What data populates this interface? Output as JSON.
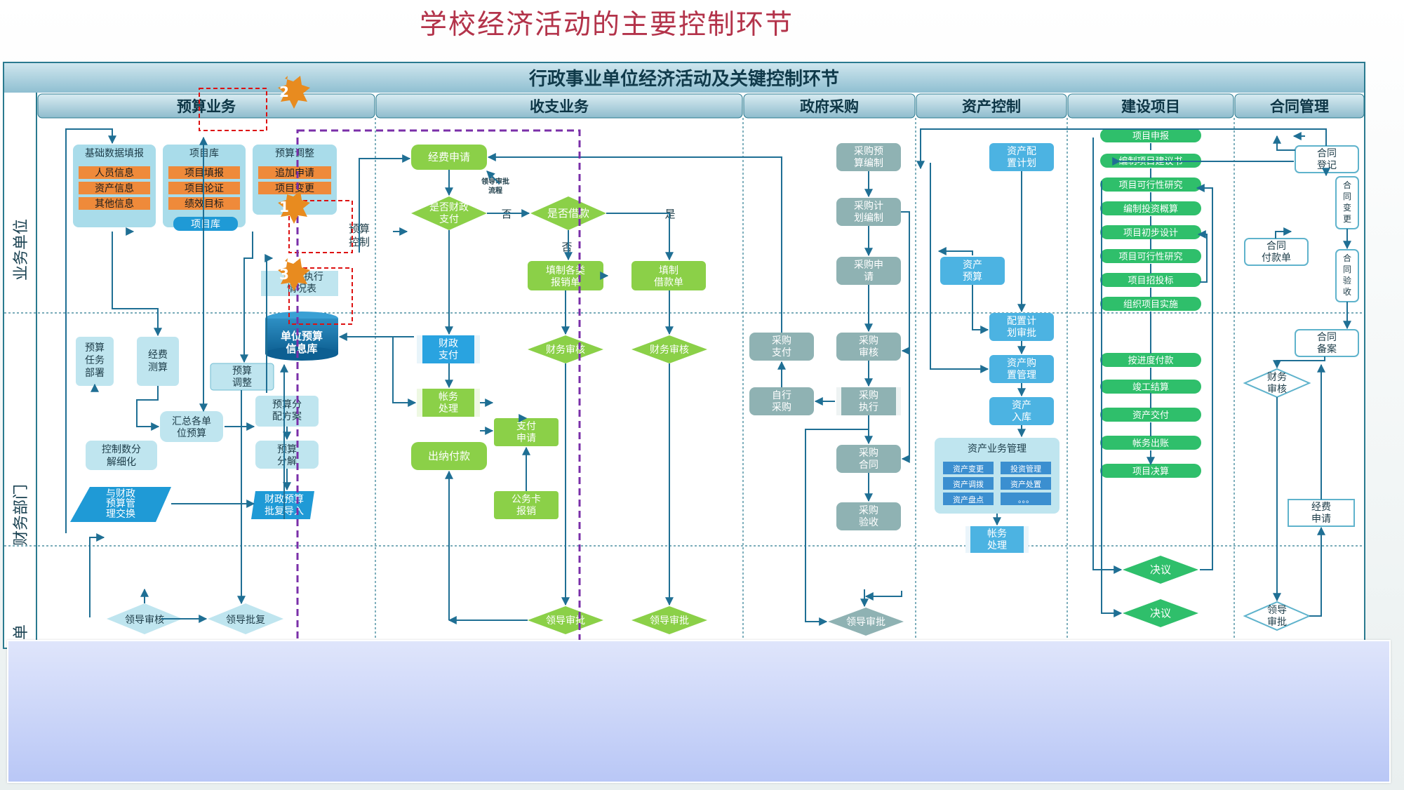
{
  "slide_title": "学校经济活动的主要控制环节",
  "table_title": "行政事业单位经济活动及关键控制环节",
  "lanes": [
    "业务单位",
    "财务部门",
    "单"
  ],
  "columns": [
    "预算业务",
    "收支业务",
    "政府采购",
    "资产控制",
    "建设项目",
    "合同管理"
  ],
  "markers": [
    "2",
    "1",
    "3"
  ],
  "budget": {
    "b1": "基础数据填报",
    "b1_items": [
      "人员信息",
      "资产信息",
      "其他信息"
    ],
    "b2": "项目库",
    "b2_items": [
      "项目填报",
      "项目论证",
      "绩效目标"
    ],
    "b2_db": "项目库",
    "b3": "预算调整",
    "b3_items": [
      "追加申请",
      "项目变更"
    ],
    "exec1": "执行",
    "exec2": "情况表",
    "db1": "单位预算",
    "db2": "信息库",
    "task": [
      "预算",
      "任务",
      "部署"
    ],
    "calc": [
      "经费",
      "测算"
    ],
    "adjust": [
      "预算",
      "调整"
    ],
    "summary": [
      "汇总各单",
      "位预算"
    ],
    "dist": [
      "预算分",
      "配方案"
    ],
    "split": [
      "预算",
      "分解"
    ],
    "ctrl": [
      "控制数分",
      "解细化"
    ],
    "exchange": [
      "与财政",
      "预算管",
      "理交换"
    ],
    "import": [
      "财政预算",
      "批复导入"
    ],
    "leader_review": "领导审核",
    "leader_reply": "领导批复"
  },
  "revenue": {
    "apply": "经费申请",
    "leader_note": [
      "领导审批",
      "流程"
    ],
    "q1": [
      "是否财政",
      "支付"
    ],
    "no": "否",
    "q2": "是否借款",
    "yes": "是",
    "no2": "否",
    "reimb": [
      "填制各类",
      "报销单"
    ],
    "loan": [
      "填制",
      "借款单"
    ],
    "fin_review": "财务审核",
    "fin_pay": [
      "财政",
      "支付"
    ],
    "acct": [
      "帐务",
      "处理"
    ],
    "pay_apply": [
      "支付",
      "申请"
    ],
    "cashier": "出纳付款",
    "card": [
      "公务卡",
      "报销"
    ],
    "leader_approve": "领导审批",
    "budget_ctrl": [
      "预算",
      "控制"
    ]
  },
  "procure": {
    "p1": [
      "采购预",
      "算编制"
    ],
    "p2": [
      "采购计",
      "划编制"
    ],
    "p3": [
      "采购申",
      "请"
    ],
    "p4": [
      "采购",
      "审核"
    ],
    "p5": [
      "采购",
      "执行"
    ],
    "p6": [
      "采购",
      "合同"
    ],
    "p7": [
      "采购",
      "验收"
    ],
    "pay": [
      "采购",
      "支付"
    ],
    "self": [
      "自行",
      "采购"
    ],
    "leader": "领导审批"
  },
  "asset": {
    "a1": [
      "资产配",
      "置计划"
    ],
    "a2": [
      "资产",
      "预算"
    ],
    "a3": [
      "配置计",
      "划审批"
    ],
    "a4": [
      "资产购",
      "置管理"
    ],
    "a5": [
      "资产",
      "入库"
    ],
    "a6": "资产业务管理",
    "a6_items": [
      "资产变更",
      "投资管理",
      "资产调拨",
      "资产处置",
      "资产盘点",
      "。。。"
    ],
    "a7": [
      "帐务",
      "处理"
    ]
  },
  "construct": {
    "items": [
      "项目申报",
      "编制项目建议书",
      "项目可行性研究",
      "编制投资概算",
      "项目初步设计",
      "项目可行性研究",
      "项目招投标",
      "组织项目实施",
      "按进度付款",
      "竣工结算",
      "资产交付",
      "帐务出账",
      "项目决算"
    ],
    "decide": "决议"
  },
  "contract": {
    "reg": [
      "合同",
      "登记"
    ],
    "change": [
      "合",
      "同",
      "变",
      "更"
    ],
    "payform": [
      "合同",
      "付款单"
    ],
    "accept": [
      "合",
      "同",
      "验",
      "收"
    ],
    "file": [
      "合同",
      "备案"
    ],
    "fin": [
      "财务",
      "审核"
    ],
    "fee": [
      "经费",
      "申请"
    ],
    "leader": [
      "领导",
      "审批"
    ]
  }
}
